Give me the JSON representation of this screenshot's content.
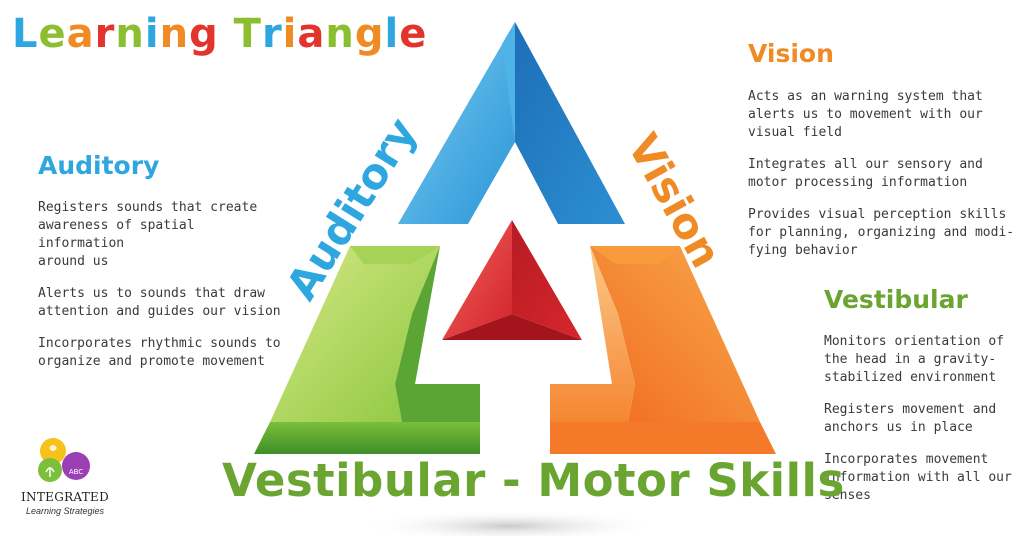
{
  "title": {
    "letters": [
      "L",
      "e",
      "a",
      "r",
      "n",
      "i",
      "n",
      "g",
      " ",
      "T",
      "r",
      "i",
      "a",
      "n",
      "g",
      "l",
      "e"
    ],
    "colors": [
      "#2ea7e0",
      "#8cbf2f",
      "#f08a24",
      "#e2332c",
      "#8cbf2f",
      "#2ea7e0",
      "#f08a24",
      "#e2332c",
      "#ffffff",
      "#8cbf2f",
      "#2ea7e0",
      "#f08a24",
      "#e2332c",
      "#8cbf2f",
      "#f08a24",
      "#2ea7e0",
      "#e2332c"
    ]
  },
  "auditory": {
    "heading": "Auditory",
    "color": "#2ea7e0",
    "items": [
      "Registers sounds that create\nawareness of spatial information\naround us",
      "Alerts us to sounds that draw\nattention and guides our vision",
      "Incorporates rhythmic sounds to\norganize and promote movement"
    ]
  },
  "vision": {
    "heading": "Vision",
    "color": "#f08a24",
    "items": [
      "Acts as an warning system that\nalerts us to movement with our\nvisual field",
      "Integrates all our sensory and\nmotor processing information",
      "Provides visual perception skills\nfor planning, organizing and modi-\nfying behavior"
    ]
  },
  "vestibular": {
    "heading": "Vestibular",
    "color": "#6aa531",
    "items": [
      "Monitors orientation of\nthe head in a gravity-\nstabilized environment",
      "Registers movement and\nanchors us in place",
      "Incorporates movement\ninformation with all our\nsenses"
    ]
  },
  "diagram": {
    "left_label": "Auditory",
    "right_label": "Vision",
    "bottom_label": "Vestibular - Motor Skills"
  },
  "logo": {
    "name": "INTEGRATED",
    "tagline": "Learning Strategies",
    "badge": "ABC"
  }
}
